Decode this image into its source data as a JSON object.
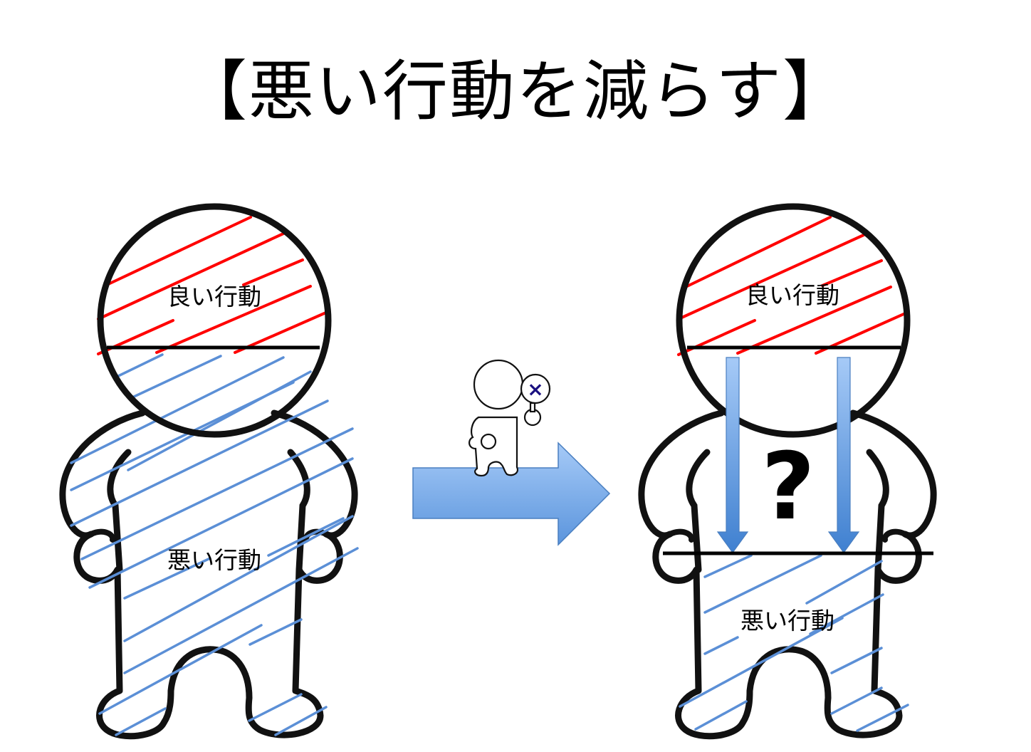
{
  "slide": {
    "title": "【悪い行動を減らす】"
  },
  "left_figure": {
    "head_label": "良い行動",
    "body_label": "悪い行動"
  },
  "transition": {
    "sign_symbol": "×",
    "arrow": "right"
  },
  "right_figure": {
    "head_label": "良い行動",
    "middle_label": "?",
    "body_label": "悪い行動"
  },
  "colors": {
    "good_hatch": "#ff0000",
    "bad_hatch": "#5b8fd6",
    "arrow_fill_top": "#9cc3f5",
    "arrow_fill_bottom": "#5b95dd",
    "arrow_stroke": "#4a7fc0",
    "outline": "#111111",
    "sign_x": "#1a1080"
  }
}
